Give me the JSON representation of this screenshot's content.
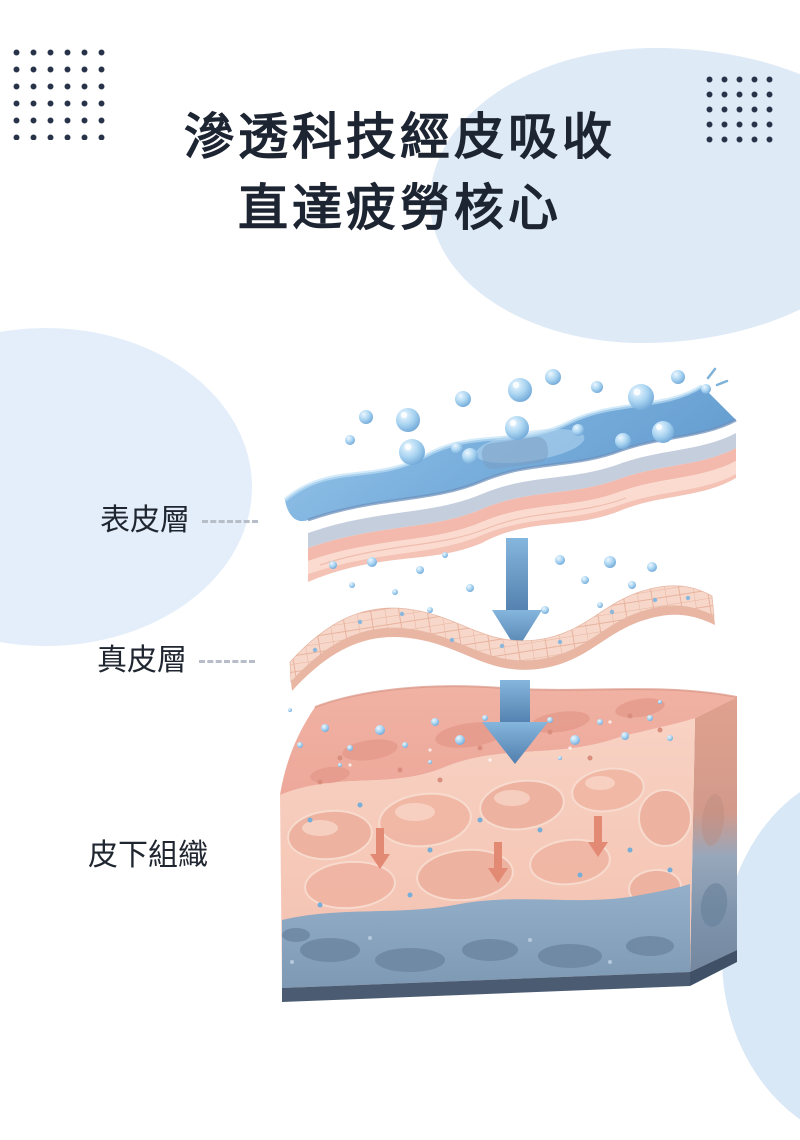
{
  "title": {
    "line1": "滲透科技經皮吸收",
    "line2": "直達疲勞核心"
  },
  "labels": {
    "epidermis": "表皮層",
    "dermis": "真皮層",
    "subcutaneous": "皮下組織"
  },
  "colors": {
    "title_text": "#1d2533",
    "background": "#ffffff",
    "blob_light_blue": "#dfeaf7",
    "dot_grid": "#28334a",
    "epidermis_blue": "#7fb3e0",
    "droplet_blue": "#5f9fd6",
    "dermis_pink": "#f7d7c9",
    "tissue_pink": "#f6cabb",
    "tissue_blue_band": "#8ea9c4",
    "arrow_blue": "#527fae"
  }
}
